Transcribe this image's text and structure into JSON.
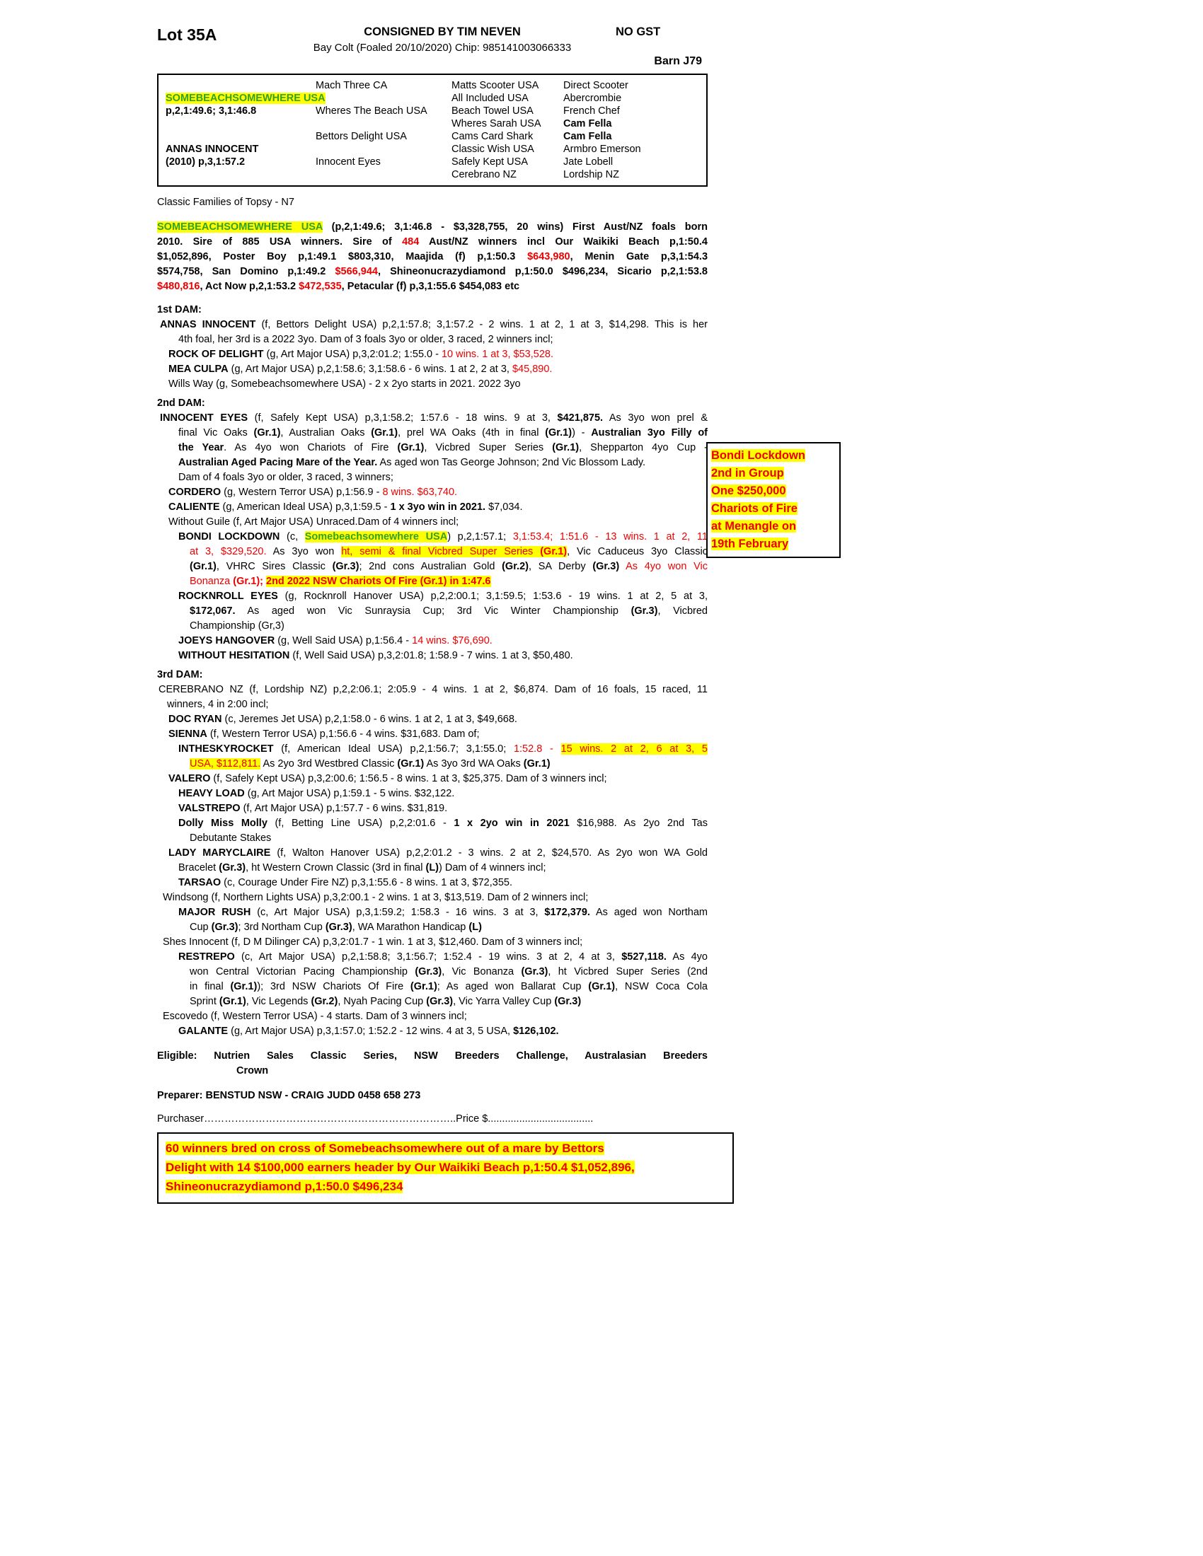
{
  "colors": {
    "highlight": "#ffff00",
    "red": "#ee0000",
    "green": "#33a02c"
  },
  "header": {
    "lot": "Lot 35A",
    "consigned": "CONSIGNED BY TIM NEVEN",
    "no_gst": "NO GST",
    "foal_line": "Bay Colt (Foaled 20/10/2020) Chip: 985141003066333",
    "barn": "Barn J79"
  },
  "pedigree": {
    "sire": {
      "name": "SOMEBEACHSOMEWHERE USA",
      "record": "p,2,1:49.6; 3,1:46.8"
    },
    "dam": {
      "name": "ANNAS INNOCENT",
      "record": "(2010) p,3,1:57.2"
    },
    "col2": [
      "Mach Three CA",
      "Wheres The Beach USA",
      "Bettors Delight USA",
      "Innocent Eyes"
    ],
    "col3": [
      "Matts Scooter USA",
      "All Included USA",
      "Beach Towel USA",
      "Wheres Sarah USA",
      "Cams Card Shark",
      "Classic Wish USA",
      "Safely Kept USA",
      "Cerebrano NZ"
    ],
    "col4": [
      "Direct Scooter",
      "Abercrombie",
      "French Chef",
      "Cam Fella",
      "Cam Fella",
      "Armbro Emerson",
      "Jate Lobell",
      "Lordship NZ"
    ]
  },
  "body": {
    "lines": [
      {
        "mt": 10,
        "s": [
          [
            "",
            "Classic Families of Topsy - N7"
          ]
        ]
      },
      {
        "mt": 14,
        "j": true,
        "s": [
          [
            "hg",
            "SOMEBEACHSOMEWHERE USA"
          ],
          [
            "b",
            " (p,2,1:49.6;  3,1:46.8 - $3,328,755, 20 wins) First Aust/NZ foals born"
          ]
        ]
      },
      {
        "j": true,
        "s": [
          [
            "b",
            "2010. Sire of 885 USA winners. Sire of "
          ],
          [
            "br",
            "484"
          ],
          [
            "b",
            " Aust/NZ winners incl Our Waikiki Beach p,1:50.4"
          ]
        ]
      },
      {
        "j": true,
        "s": [
          [
            "b",
            "$1,052,896, Poster Boy p,1:49.1 $803,310, Maajida (f) p,1:50.3 "
          ],
          [
            "br",
            "$643,980"
          ],
          [
            "b",
            ", Menin Gate p,3,1:54.3"
          ]
        ]
      },
      {
        "j": true,
        "s": [
          [
            "b",
            "$574,758, San Domino p,1:49.2 "
          ],
          [
            "br",
            "$566,944"
          ],
          [
            "b",
            ", Shineonucrazydiamond p,1:50.0 $496,234, Sicario p,2,1:53.8"
          ]
        ]
      },
      {
        "s": [
          [
            "br",
            "$480,816"
          ],
          [
            "b",
            ", Act Now p,2,1:53.2 "
          ],
          [
            "br",
            "$472,535"
          ],
          [
            "b",
            ", Petacular (f) p,3,1:55.6 $454,083 etc"
          ]
        ]
      },
      {
        "mt": 12,
        "s": [
          [
            "b",
            "1st DAM:"
          ]
        ]
      },
      {
        "i": 4,
        "j": true,
        "s": [
          [
            "b",
            "ANNAS INNOCENT"
          ],
          [
            "",
            " (f, Bettors Delight USA) p,2,1:57.8; 3,1:57.2 - 2 wins. 1 at 2, 1 at 3, $14,298. This is her"
          ]
        ]
      },
      {
        "i": 30,
        "s": [
          [
            "",
            "4th foal, her 3rd is a 2022 3yo. Dam of 3 foals 3yo or older, 3 raced, 2 winners incl;"
          ]
        ]
      },
      {
        "i": 16,
        "s": [
          [
            "b",
            "ROCK OF DELIGHT"
          ],
          [
            "",
            " (g, Art Major USA) p,3,2:01.2; 1:55.0 - "
          ],
          [
            "r",
            "10 wins. 1 at 3, $53,528."
          ]
        ]
      },
      {
        "i": 16,
        "s": [
          [
            "b",
            "MEA CULPA"
          ],
          [
            "",
            " (g, Art Major USA) p,2,1:58.6; 3,1:58.6 - 6 wins. 1 at 2, 2 at 3, "
          ],
          [
            "r",
            "$45,890."
          ]
        ]
      },
      {
        "i": 16,
        "s": [
          [
            "",
            "Wills Way (g, Somebeachsomewhere USA) - 2 x 2yo starts in 2021. 2022 3yo"
          ]
        ]
      },
      {
        "mt": 6,
        "s": [
          [
            "b",
            "2nd DAM:"
          ]
        ]
      },
      {
        "i": 4,
        "j": true,
        "s": [
          [
            "b",
            "INNOCENT EYES"
          ],
          [
            "",
            " (f, Safely Kept USA) p,3,1:58.2; 1:57.6 - 18 wins. 9 at 3, "
          ],
          [
            "b",
            "$421,875."
          ],
          [
            "",
            " As 3yo won prel &"
          ]
        ]
      },
      {
        "i": 30,
        "j": true,
        "s": [
          [
            "",
            "final Vic Oaks "
          ],
          [
            "b",
            "(Gr.1)"
          ],
          [
            "",
            ", Australian Oaks "
          ],
          [
            "b",
            "(Gr.1)"
          ],
          [
            "",
            ", prel WA Oaks (4th in final "
          ],
          [
            "b",
            "(Gr.1)"
          ],
          [
            "",
            ") - "
          ],
          [
            "b",
            "Australian 3yo Filly of"
          ]
        ]
      },
      {
        "i": 30,
        "j": true,
        "s": [
          [
            "b",
            "the Year"
          ],
          [
            "",
            ". As 4yo won Chariots of Fire "
          ],
          [
            "b",
            "(Gr.1)"
          ],
          [
            "",
            ", Vicbred Super Series "
          ],
          [
            "b",
            "(Gr.1)"
          ],
          [
            "",
            ", Shepparton 4yo Cup -"
          ]
        ]
      },
      {
        "i": 30,
        "s": [
          [
            "b",
            "Australian Aged Pacing Mare of the Year."
          ],
          [
            "",
            " As aged won Tas George Johnson; 2nd Vic Blossom Lady."
          ]
        ]
      },
      {
        "i": 30,
        "s": [
          [
            "",
            "Dam of 4 foals 3yo or older, 3 raced, 3 winners;"
          ]
        ]
      },
      {
        "i": 16,
        "s": [
          [
            "b",
            "CORDERO"
          ],
          [
            "",
            " (g, Western Terror USA) p,1:56.9 - "
          ],
          [
            "r",
            "8 wins. $63,740."
          ]
        ]
      },
      {
        "i": 16,
        "s": [
          [
            "b",
            "CALIENTE"
          ],
          [
            "",
            " (g, American Ideal USA) p,3,1:59.5 - "
          ],
          [
            "b",
            "1 x 3yo win in 2021."
          ],
          [
            "",
            " $7,034."
          ]
        ]
      },
      {
        "i": 16,
        "s": [
          [
            "",
            "Without Guile (f, Art Major USA) Unraced.Dam of 4 winners incl;"
          ]
        ]
      },
      {
        "i": 30,
        "j": true,
        "s": [
          [
            "b",
            "BONDI LOCKDOWN"
          ],
          [
            "",
            " (c, "
          ],
          [
            "hg",
            "Somebeachsomewhere USA"
          ],
          [
            "",
            ") p,2,1:57.1; "
          ],
          [
            "r",
            "3,1:53.4; 1:51.6 - 13 wins. 1 at 2, 11"
          ]
        ]
      },
      {
        "i": 46,
        "j": true,
        "s": [
          [
            "r",
            "at 3, $329,520."
          ],
          [
            "",
            " As 3yo won "
          ],
          [
            "hr",
            "ht, semi & final Vicbred Super Series "
          ],
          [
            "hrb",
            "(Gr.1)"
          ],
          [
            "",
            ", Vic Caduceus 3yo Classic"
          ]
        ]
      },
      {
        "i": 46,
        "j": true,
        "s": [
          [
            "b",
            "(Gr.1)"
          ],
          [
            "",
            ", VHRC Sires Classic "
          ],
          [
            "b",
            "(Gr.3)"
          ],
          [
            "",
            "; 2nd cons Australian Gold "
          ],
          [
            "b",
            "(Gr.2)"
          ],
          [
            "",
            ", SA Derby "
          ],
          [
            "b",
            "(Gr.3)"
          ],
          [
            "r",
            " As 4yo won Vic"
          ]
        ]
      },
      {
        "i": 46,
        "s": [
          [
            "r",
            "Bonanza "
          ],
          [
            "br",
            "(Gr.1);"
          ],
          [
            "r",
            " "
          ],
          [
            "hrb",
            "2nd 2022 NSW Chariots Of Fire (Gr.1) in 1:47.6"
          ]
        ]
      },
      {
        "i": 30,
        "j": true,
        "s": [
          [
            "b",
            "ROCKNROLL EYES"
          ],
          [
            "",
            " (g, Rocknroll Hanover USA) p,2,2:00.1; 3,1:59.5; 1:53.6 - 19 wins. 1 at 2, 5 at 3,"
          ]
        ]
      },
      {
        "i": 46,
        "j": true,
        "s": [
          [
            "b",
            "$172,067."
          ],
          [
            "",
            " As aged won Vic Sunraysia Cup; 3rd Vic Winter Championship "
          ],
          [
            "b",
            "(Gr.3)"
          ],
          [
            "",
            ", Vicbred"
          ]
        ]
      },
      {
        "i": 46,
        "s": [
          [
            "",
            "Championship (Gr,3)"
          ]
        ]
      },
      {
        "i": 30,
        "s": [
          [
            "b",
            "JOEYS HANGOVER"
          ],
          [
            "",
            " (g, Well Said USA) p,1:56.4 - "
          ],
          [
            "r",
            "14 wins. $76,690."
          ]
        ]
      },
      {
        "i": 30,
        "s": [
          [
            "b",
            "WITHOUT HESITATION"
          ],
          [
            "",
            " (f, Well Said USA) p,3,2:01.8; 1:58.9 - 7 wins. 1 at 3, $50,480."
          ]
        ]
      },
      {
        "mt": 6,
        "s": [
          [
            "b",
            "3rd DAM:"
          ]
        ]
      },
      {
        "i": 2,
        "j": true,
        "s": [
          [
            "",
            "CEREBRANO NZ (f, Lordship NZ) p,2,2:06.1; 2:05.9 - 4 wins. 1 at 2, $6,874. Dam of 16 foals, 15 raced, 11"
          ]
        ]
      },
      {
        "i": 14,
        "s": [
          [
            "",
            "winners, 4 in 2:00 incl;"
          ]
        ]
      },
      {
        "i": 16,
        "s": [
          [
            "b",
            "DOC RYAN"
          ],
          [
            "",
            " (c, Jeremes Jet USA) p,2,1:58.0 - 6 wins. 1 at 2, 1 at 3, $49,668."
          ]
        ]
      },
      {
        "i": 16,
        "s": [
          [
            "b",
            "SIENNA"
          ],
          [
            "",
            " (f, Western Terror USA) p,1:56.6 - 4 wins. $31,683. Dam of;"
          ]
        ]
      },
      {
        "i": 30,
        "j": true,
        "s": [
          [
            "b",
            "INTHESKYROCKET"
          ],
          [
            "",
            " (f, American Ideal USA) p,2,1:56.7; 3,1:55.0; "
          ],
          [
            "r",
            "1:52.8 - "
          ],
          [
            "hr",
            "15 wins. 2 at 2, 6 at 3, 5"
          ]
        ]
      },
      {
        "i": 46,
        "s": [
          [
            "hr",
            "USA, $112,811."
          ],
          [
            "",
            " As 2yo 3rd Westbred Classic "
          ],
          [
            "b",
            "(Gr.1)"
          ],
          [
            "",
            " As 3yo 3rd WA Oaks "
          ],
          [
            "b",
            "(Gr.1)"
          ]
        ]
      },
      {
        "i": 16,
        "s": [
          [
            "b",
            "VALERO"
          ],
          [
            "",
            " (f, Safely Kept USA) p,3,2:00.6; 1:56.5 - 8 wins. 1 at 3, $25,375. Dam of 3 winners incl;"
          ]
        ]
      },
      {
        "i": 30,
        "s": [
          [
            "b",
            "HEAVY LOAD"
          ],
          [
            "",
            " (g, Art Major USA) p,1:59.1 - 5 wins. $32,122."
          ]
        ]
      },
      {
        "i": 30,
        "s": [
          [
            "b",
            "VALSTREPO"
          ],
          [
            "",
            " (f, Art Major USA) p,1:57.7 - 6 wins. $31,819."
          ]
        ]
      },
      {
        "i": 30,
        "j": true,
        "s": [
          [
            "b",
            "Dolly Miss Molly"
          ],
          [
            "",
            " (f, Betting Line USA) p,2,2:01.6 - "
          ],
          [
            "b",
            "1 x 2yo win in 2021"
          ],
          [
            "",
            " $16,988. As 2yo 2nd Tas"
          ]
        ]
      },
      {
        "i": 46,
        "s": [
          [
            "",
            "Debutante Stakes"
          ]
        ]
      },
      {
        "i": 16,
        "j": true,
        "s": [
          [
            "b",
            "LADY MARYCLAIRE"
          ],
          [
            "",
            " (f, Walton Hanover USA) p,2,2:01.2 - 3 wins. 2 at 2, $24,570. As 2yo won WA Gold"
          ]
        ]
      },
      {
        "i": 30,
        "s": [
          [
            "",
            "Bracelet "
          ],
          [
            "b",
            "(Gr.3)"
          ],
          [
            "",
            ", ht Western Crown Classic (3rd in final "
          ],
          [
            "b",
            "(L)"
          ],
          [
            "",
            ") Dam of 4 winners incl;"
          ]
        ]
      },
      {
        "i": 30,
        "s": [
          [
            "b",
            "TARSAO"
          ],
          [
            "",
            " (c, Courage Under Fire NZ) p,3,1:55.6 - 8 wins. 1 at 3, $72,355."
          ]
        ]
      },
      {
        "i": 8,
        "s": [
          [
            "",
            "Windsong (f, Northern Lights USA) p,3,2:00.1 - 2 wins. 1 at 3, $13,519. Dam of 2 winners incl;"
          ]
        ]
      },
      {
        "i": 30,
        "j": true,
        "s": [
          [
            "b",
            "MAJOR RUSH"
          ],
          [
            "",
            " (c, Art Major USA) p,3,1:59.2; 1:58.3 - 16 wins. 3 at 3, "
          ],
          [
            "b",
            "$172,379."
          ],
          [
            "",
            " As aged won Northam"
          ]
        ]
      },
      {
        "i": 46,
        "s": [
          [
            "",
            "Cup "
          ],
          [
            "b",
            "(Gr.3)"
          ],
          [
            "",
            "; 3rd Northam Cup "
          ],
          [
            "b",
            "(Gr.3)"
          ],
          [
            "",
            ", WA Marathon Handicap "
          ],
          [
            "b",
            "(L)"
          ]
        ]
      },
      {
        "i": 8,
        "s": [
          [
            "",
            "Shes Innocent (f, D M Dilinger CA) p,3,2:01.7 - 1 win. 1 at 3, $12,460. Dam of 3 winners incl;"
          ]
        ]
      },
      {
        "i": 30,
        "j": true,
        "s": [
          [
            "b",
            "RESTREPO"
          ],
          [
            "",
            " (c, Art Major USA) p,2,1:58.8; 3,1:56.7; 1:52.4 - 19 wins. 3 at 2, 4 at 3, "
          ],
          [
            "b",
            "$527,118."
          ],
          [
            "",
            " As 4yo"
          ]
        ]
      },
      {
        "i": 46,
        "j": true,
        "s": [
          [
            "",
            "won Central Victorian Pacing Championship "
          ],
          [
            "b",
            "(Gr.3)"
          ],
          [
            "",
            ", Vic Bonanza "
          ],
          [
            "b",
            "(Gr.3)"
          ],
          [
            "",
            ", ht Vicbred Super Series (2nd"
          ]
        ]
      },
      {
        "i": 46,
        "j": true,
        "s": [
          [
            "",
            "in final "
          ],
          [
            "b",
            "(Gr.1)"
          ],
          [
            "",
            "); 3rd NSW Chariots Of Fire "
          ],
          [
            "b",
            "(Gr.1)"
          ],
          [
            "",
            "; As aged won Ballarat Cup "
          ],
          [
            "b",
            "(Gr.1)"
          ],
          [
            "",
            ", NSW Coca Cola"
          ]
        ]
      },
      {
        "i": 46,
        "s": [
          [
            "",
            "Sprint "
          ],
          [
            "b",
            "(Gr.1)"
          ],
          [
            "",
            ", Vic Legends "
          ],
          [
            "b",
            "(Gr.2)"
          ],
          [
            "",
            ", Nyah Pacing Cup "
          ],
          [
            "b",
            "(Gr.3)"
          ],
          [
            "",
            ", Vic Yarra Valley Cup "
          ],
          [
            "b",
            "(Gr.3)"
          ]
        ]
      },
      {
        "i": 8,
        "s": [
          [
            "",
            "Escovedo (f, Western Terror USA) - 4 starts. Dam of 3 winners incl;"
          ]
        ]
      },
      {
        "i": 30,
        "s": [
          [
            "b",
            "GALANTE"
          ],
          [
            "",
            " (g, Art Major USA) p,3,1:57.0; 1:52.2 - 12 wins. 4 at 3, 5 USA, "
          ],
          [
            "b",
            "$126,102."
          ]
        ]
      },
      {
        "mt": 14,
        "j": true,
        "s": [
          [
            "b",
            "Eligible: Nutrien Sales Classic Series, NSW Breeders Challenge, Australasian Breeders"
          ]
        ]
      },
      {
        "i": 112,
        "s": [
          [
            "b",
            "Crown"
          ]
        ]
      },
      {
        "mt": 14,
        "s": [
          [
            "b",
            "Preparer: BENSTUD NSW - CRAIG JUDD 0458 658 273"
          ]
        ]
      },
      {
        "mt": 12,
        "s": [
          [
            "",
            "Purchaser………………………………………………………………..Price $....................................."
          ]
        ]
      }
    ]
  },
  "side_note": {
    "lines": [
      "Bondi Lockdown",
      "2nd in Group",
      "One $250,000",
      "Chariots of Fire",
      "at Menangle on",
      "19th February"
    ]
  },
  "footer_box": {
    "lines": [
      "60 winners bred on cross of Somebeachsomewhere out of a mare by Bettors",
      "Delight with 14 $100,000 earners header by Our Waikiki Beach p,1:50.4 $1,052,896,",
      "Shineonucrazydiamond p,1:50.0 $496,234"
    ]
  }
}
